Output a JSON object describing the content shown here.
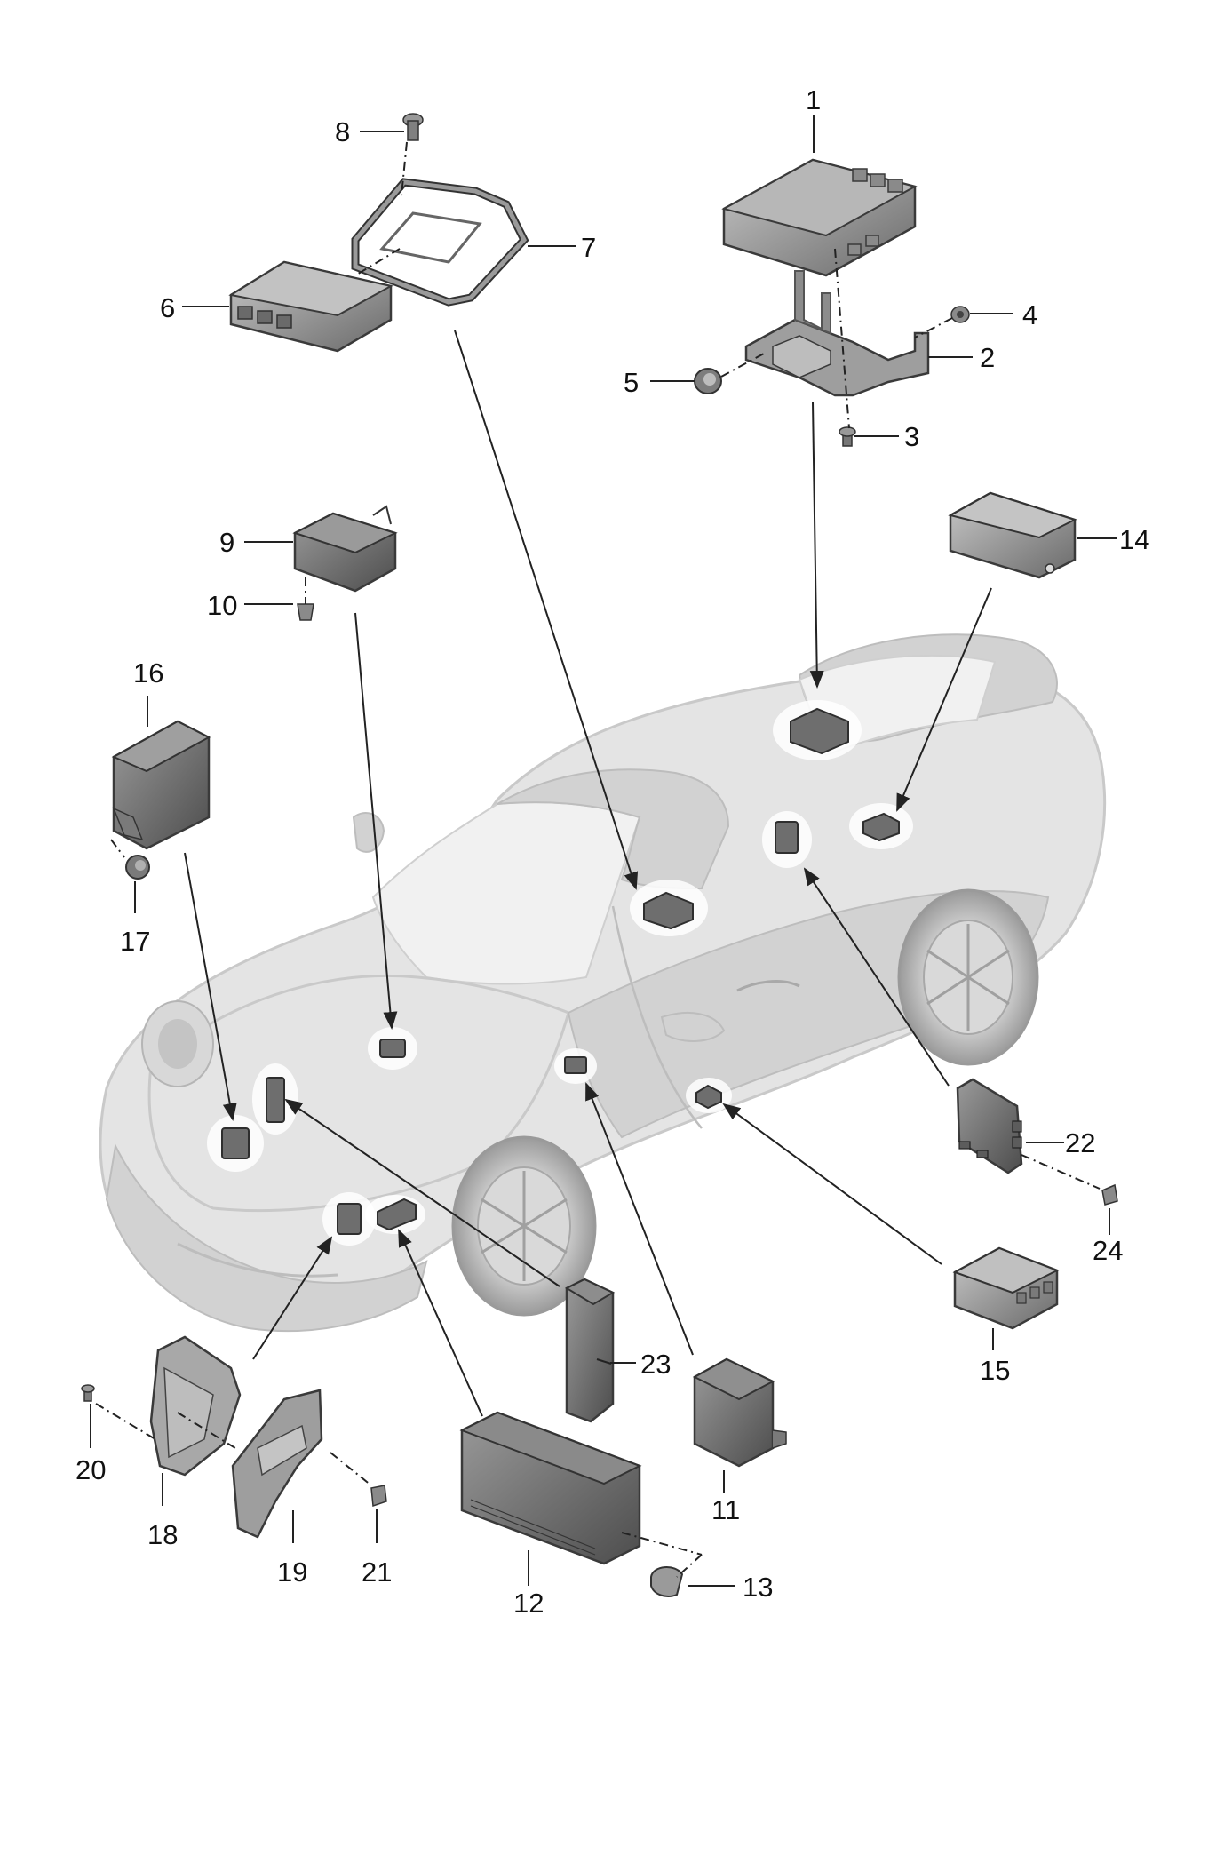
{
  "callouts": [
    "1",
    "2",
    "3",
    "4",
    "5",
    "6",
    "7",
    "8",
    "9",
    "10",
    "11",
    "12",
    "13",
    "14",
    "15",
    "16",
    "17",
    "18",
    "19",
    "20",
    "21",
    "22",
    "23",
    "24"
  ]
}
